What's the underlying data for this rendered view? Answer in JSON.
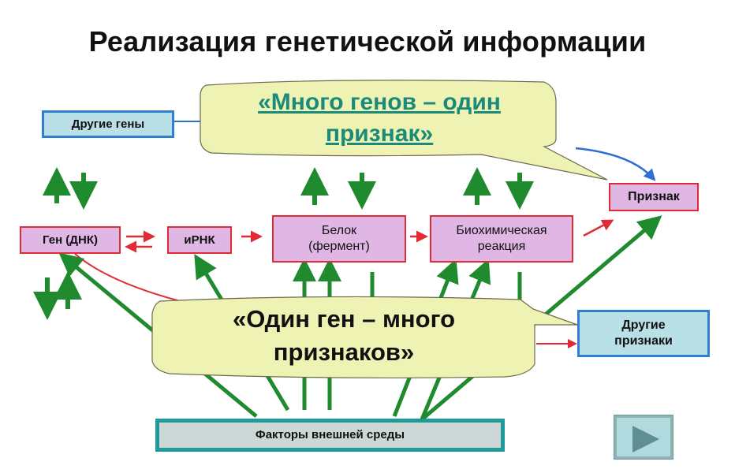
{
  "slide": {
    "title": "Реализация генетической информации"
  },
  "nodes": {
    "other_genes": "Другие гены",
    "gene_dna": "Ген (ДНК)",
    "mrna": "иРНК",
    "protein_line1": "Белок",
    "protein_line2": "(фермент)",
    "biochem_line1": "Биохимическая",
    "biochem_line2": "реакция",
    "trait": "Признак",
    "other_traits_line1": "Другие",
    "other_traits_line2": "признаки",
    "environment": "Факторы внешней среды"
  },
  "callouts": {
    "many_genes_line1": "«Много генов – один",
    "many_genes_line2": "признак»",
    "one_gene_line1": "«Один ген – много",
    "one_gene_line2": "признаков»"
  },
  "navigation": {
    "next_icon": "play-next-icon"
  },
  "colors": {
    "arrow_green": "#1f8a2e",
    "arrow_red": "#e02a36",
    "arrow_blue": "#2f6fd1",
    "node_pink": "#e0b6e4",
    "node_blue": "#b9dfe7",
    "callout_fill": "#eef3b4",
    "callout_text_teal": "#1a8a7a"
  }
}
